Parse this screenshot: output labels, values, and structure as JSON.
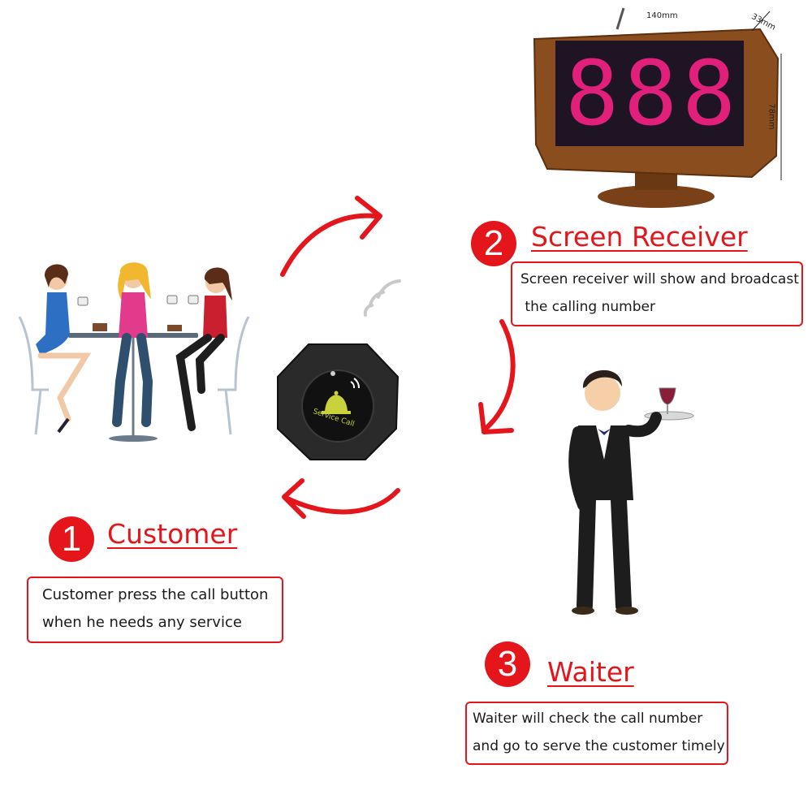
{
  "steps": [
    {
      "number": "1",
      "title": "Customer",
      "description": [
        "Customer press the call button",
        "when he needs any service"
      ]
    },
    {
      "number": "2",
      "title": "Screen Receiver",
      "description": [
        "Screen receiver will show and broadcast",
        " the calling number"
      ]
    },
    {
      "number": "3",
      "title": "Waiter",
      "description": [
        "Waiter will check the call number",
        "and go to serve the customer timely"
      ]
    }
  ],
  "display": {
    "digits": [
      "8",
      "8",
      "8"
    ],
    "dimensions": {
      "width": "140mm",
      "depth": "33mm",
      "height": "78mm"
    }
  },
  "call_button": {
    "label": "Service Call"
  },
  "colors": {
    "accent": "#e4161b",
    "display_digit": "#e0207a",
    "wood": "#8a4e1e"
  },
  "icons": [
    "customers-illustration",
    "screen-receiver-image",
    "call-button-image",
    "waiter-illustration",
    "wifi-signal-icon",
    "flow-arrow"
  ]
}
